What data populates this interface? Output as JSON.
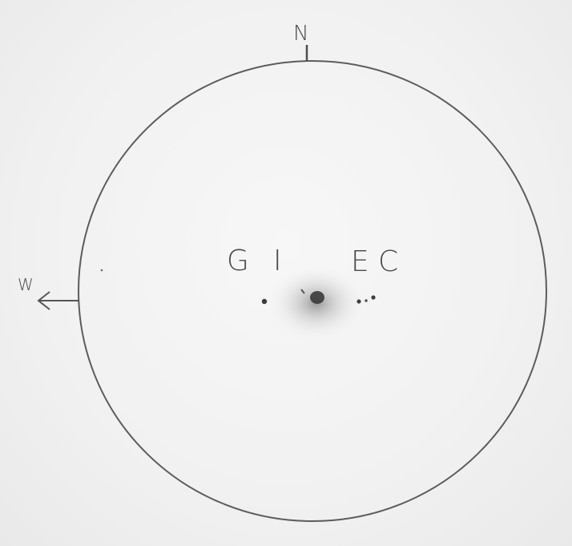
{
  "sketch": {
    "labels": {
      "north": "N",
      "west": "W",
      "g": "G",
      "i": "I",
      "e": "E",
      "c": "C"
    },
    "colors": {
      "paper": "#f3f3f3",
      "pencil": "#5a5a5a",
      "nucleus": "#2e2e2e"
    }
  }
}
